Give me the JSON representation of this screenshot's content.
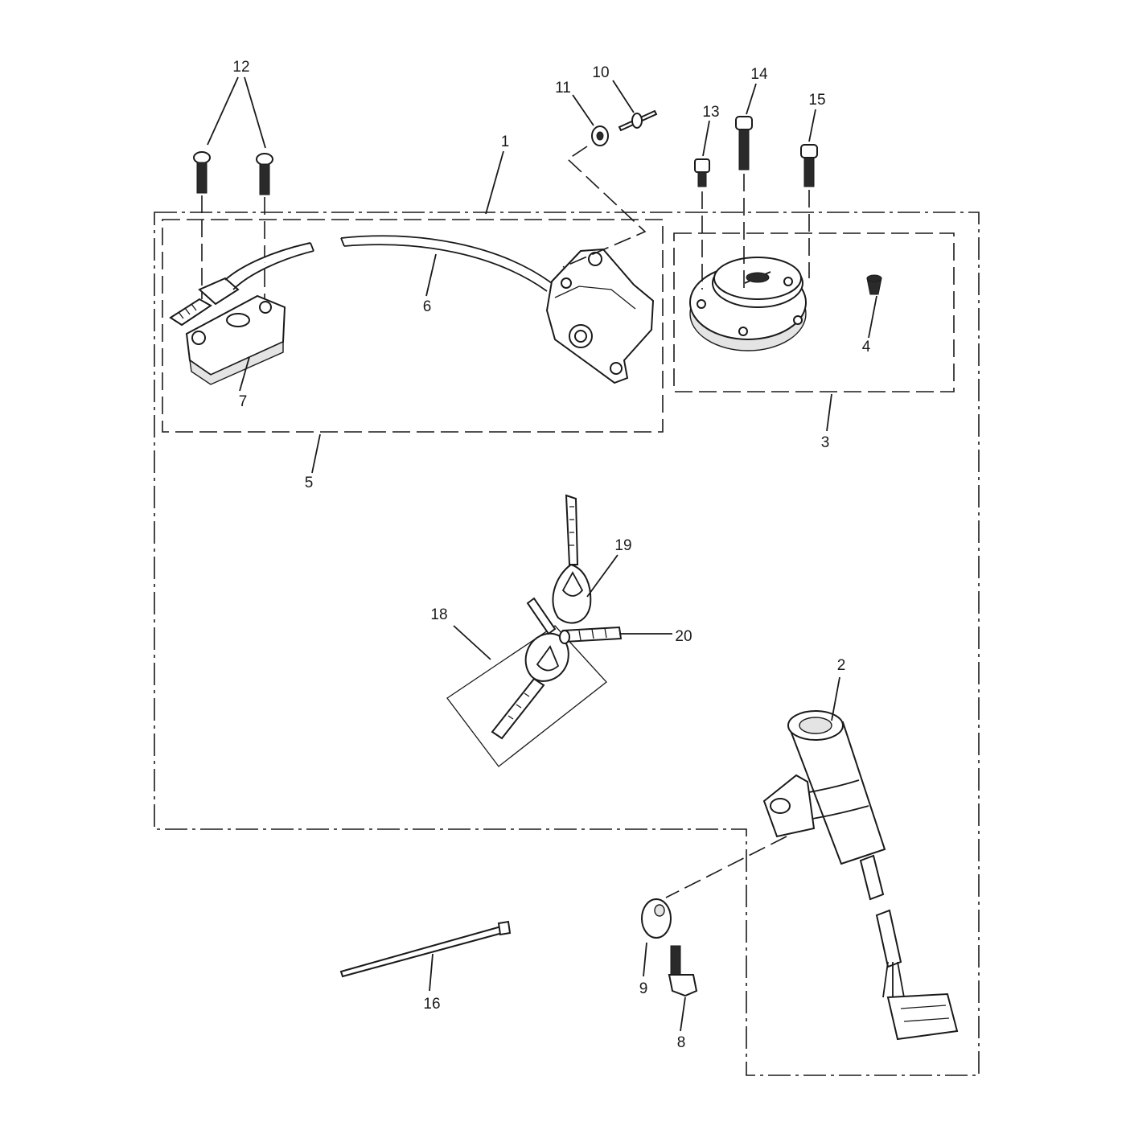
{
  "callouts": {
    "c1": "1",
    "c2": "2",
    "c3": "3",
    "c4": "4",
    "c5": "5",
    "c6": "6",
    "c7": "7",
    "c8": "8",
    "c9": "9",
    "c10": "10",
    "c11": "11",
    "c12": "12",
    "c13": "13",
    "c14": "14",
    "c15": "15",
    "c16": "16",
    "c18": "18",
    "c19": "19",
    "c20": "20"
  }
}
